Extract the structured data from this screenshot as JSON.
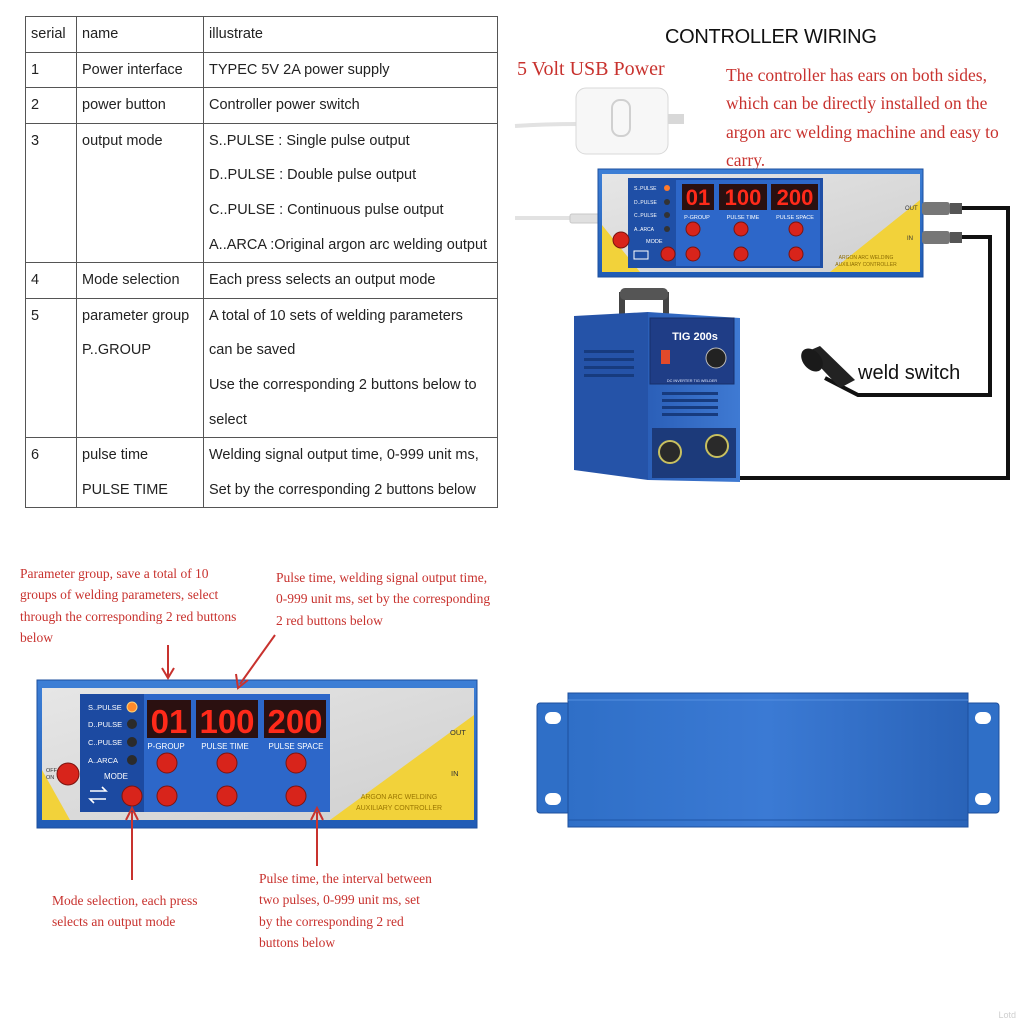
{
  "table": {
    "header": {
      "serial": "serial",
      "name": "name",
      "illustrate": "illustrate"
    },
    "rows": [
      {
        "serial": "1",
        "name": [
          "Power interface"
        ],
        "illustrate": [
          "TYPEC 5V 2A power supply"
        ]
      },
      {
        "serial": "2",
        "name": [
          "power button"
        ],
        "illustrate": [
          "Controller power switch"
        ]
      },
      {
        "serial": "3",
        "name": [
          "output mode"
        ],
        "illustrate": [
          "S..PULSE :   Single pulse output",
          "D..PULSE :    Double pulse output",
          "C..PULSE :    Continuous pulse output",
          "A..ARCA :Original argon arc welding output"
        ]
      },
      {
        "serial": "4",
        "name": [
          "Mode selection"
        ],
        "illustrate": [
          "Each press selects an output mode"
        ]
      },
      {
        "serial": "5",
        "name": [
          "parameter group",
          "P..GROUP"
        ],
        "illustrate": [
          "A total of 10 sets of welding parameters",
          "can be saved",
          "Use the corresponding 2 buttons below to",
          "select"
        ]
      },
      {
        "serial": "6",
        "name": [
          "pulse time",
          "PULSE TIME"
        ],
        "illustrate": [
          "Welding signal output time, 0-999 unit ms,",
          "Set by the corresponding 2 buttons below"
        ]
      }
    ]
  },
  "wiring": {
    "title": "CONTROLLER WIRING",
    "usb_label": "5 Volt USB Power",
    "ears_note": "The controller has ears on both sides, which can be directly installed on the argon arc welding machine and easy to carry.",
    "weld_switch": "weld switch",
    "welder_model": "TIG 200s",
    "welder_subtitle": "DC INVERTER TIG WELDER"
  },
  "controller": {
    "modes": [
      "S..PULSE",
      "D..PULSE",
      "C..PULSE",
      "A..ARCA"
    ],
    "mode_label": "MODE",
    "power_label": [
      "OFF",
      "ON"
    ],
    "displays": [
      {
        "value": "01",
        "label": "P-GROUP"
      },
      {
        "value": "100",
        "label": "PULSE TIME"
      },
      {
        "value": "200",
        "label": "PULSE SPACE"
      }
    ],
    "out_label": "OUT",
    "in_label": "IN",
    "brand": [
      "ARGON ARC WELDING",
      "AUXILIARY CONTROLLER"
    ]
  },
  "notes": {
    "param_group": "Parameter group, save a total of 10 groups of welding parameters, select through the corresponding 2 red buttons below",
    "pulse_time": "Pulse time, welding signal output time, 0-999 unit ms, set by the corresponding 2 red buttons below",
    "mode_selection": "Mode selection, each press selects an output mode",
    "pulse_space": "Pulse time, the interval between two pulses, 0-999 unit ms, set by the corresponding 2 red buttons below"
  },
  "colors": {
    "accent_red": "#c8322e",
    "panel_blue": "#2f6fc7",
    "panel_yellow": "#f2d23a",
    "display_red": "#ff2a1a"
  },
  "watermark": "Lotd"
}
